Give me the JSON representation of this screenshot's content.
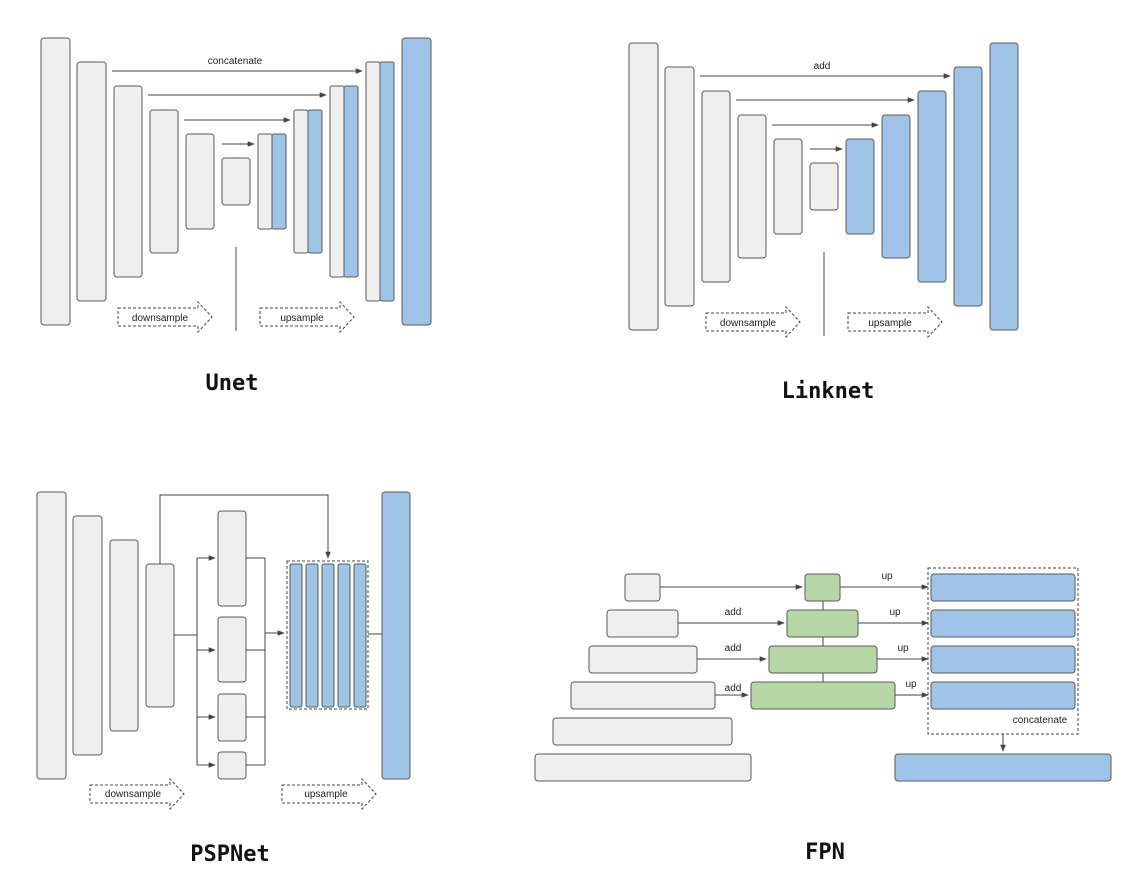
{
  "unet": {
    "title": "Unet",
    "concat_label": "concatenate",
    "down_label": "downsample",
    "up_label": "upsample"
  },
  "linknet": {
    "title": "Linknet",
    "add_label": "add",
    "down_label": "downsample",
    "up_label": "upsample"
  },
  "pspnet": {
    "title": "PSPNet",
    "down_label": "downsample",
    "up_label": "upsample"
  },
  "fpn": {
    "title": "FPN",
    "add_labels": [
      "add",
      "add",
      "add"
    ],
    "up_labels": [
      "up",
      "up",
      "up",
      "up"
    ],
    "concat_label": "concatenate"
  },
  "colors": {
    "encoder": "#efefef",
    "decoder": "#9fc4e8",
    "fpn_merge": "#b7d8a6"
  }
}
